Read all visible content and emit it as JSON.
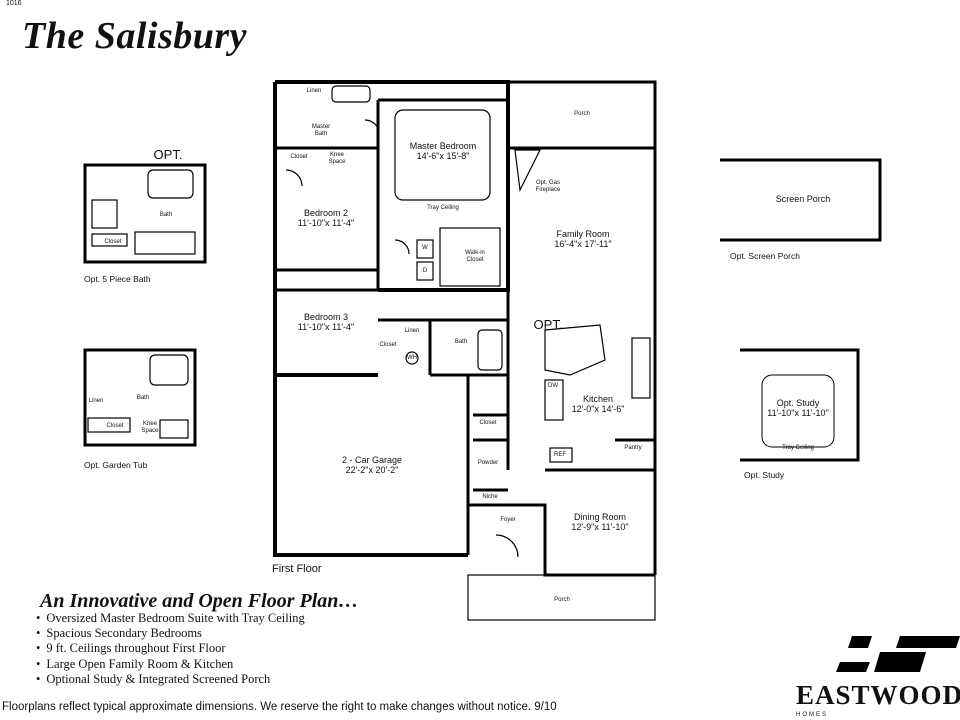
{
  "page_id": "1016",
  "title": "The Salisbury",
  "floor_label": "First Floor",
  "rooms": {
    "master_bedroom": {
      "name": "Master Bedroom",
      "dims": "14'-6\"x 15'-8\""
    },
    "tray_ceiling": "Tray Ceiling",
    "bedroom2": {
      "name": "Bedroom 2",
      "dims": "11'-10\"x 11'-4\""
    },
    "bedroom3": {
      "name": "Bedroom 3",
      "dims": "11'-10\"x 11'-4\""
    },
    "family_room": {
      "name": "Family Room",
      "dims": "16'-4\"x 17'-11\""
    },
    "kitchen": {
      "name": "Kitchen",
      "dims": "12'-0\"x 14'-6\""
    },
    "dining_room": {
      "name": "Dining Room",
      "dims": "12'-9\"x 11'-10\""
    },
    "garage": {
      "name": "2 - Car Garage",
      "dims": "22'-2\"x 20'-2\""
    },
    "porch_top": "Porch",
    "porch_bottom": "Porch",
    "opt_gas_fireplace": "Opt. Gas Fireplace",
    "walk_in_closet": "Walk-in Closet",
    "linen_top": "Linen",
    "master_bath": "Master Bath",
    "closet_b2": "Closet",
    "knee_space": "Knee Space",
    "w": "W",
    "d": "D",
    "closet_b3": "Closet",
    "linen_mid": "Linen",
    "bath_mid": "Bath",
    "wh": "WH",
    "closet_hall": "Closet",
    "powder": "Powder",
    "niche": "Niche",
    "foyer": "Foyer",
    "ref": "REF",
    "pantry": "Pantry",
    "dw": "DW",
    "opt_kitchen": "OPT."
  },
  "options": {
    "five_piece_bath": {
      "opt": "OPT.",
      "bath": "Bath",
      "closet": "Closet",
      "caption": "Opt. 5 Piece Bath"
    },
    "garden_tub": {
      "linen": "Linen",
      "bath": "Bath",
      "closet": "Closet",
      "knee": "Knee Space",
      "caption": "Opt. Garden Tub"
    },
    "screen_porch": {
      "name": "Screen Porch",
      "caption": "Opt. Screen Porch"
    },
    "study": {
      "name": "Opt. Study",
      "dims": "11'-10\"x 11'-10\"",
      "tray": "Tray Ceiling",
      "caption": "Opt. Study"
    }
  },
  "tagline": "An Innovative and Open Floor Plan…",
  "features": [
    "Oversized Master Bedroom Suite with Tray Ceiling",
    "Spacious Secondary Bedrooms",
    "9 ft. Ceilings throughout First Floor",
    "Large Open Family Room & Kitchen",
    "Optional Study & Integrated Screened Porch"
  ],
  "disclaimer": "Floorplans reflect typical approximate dimensions. We reserve the right to make changes without notice. 9/10",
  "logo": {
    "word": "EASTWOOD",
    "sub": "HOMES"
  }
}
